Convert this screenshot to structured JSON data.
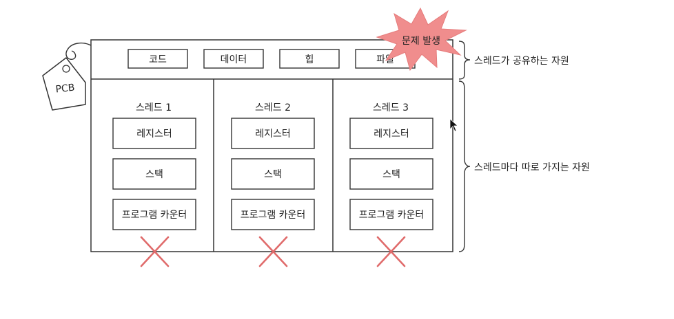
{
  "pcb_tag": "PCB",
  "shared_segments": [
    "코드",
    "데이터",
    "힙",
    "파일"
  ],
  "problem_burst": "문제 발생",
  "threads": [
    {
      "title": "스레드 1",
      "items": [
        "레지스터",
        "스택",
        "프로그램 카운터"
      ]
    },
    {
      "title": "스레드 2",
      "items": [
        "레지스터",
        "스택",
        "프로그램 카운터"
      ]
    },
    {
      "title": "스레드 3",
      "items": [
        "레지스터",
        "스택",
        "프로그램 카운터"
      ]
    }
  ],
  "annotations": {
    "shared": "스레드가 공유하는 자원",
    "per_thread": "스레드마다 따로 가지는 자원"
  },
  "colors": {
    "stroke": "#333333",
    "burst": "#f08d8d",
    "cross": "#e06b6b",
    "background": "#ffffff"
  }
}
